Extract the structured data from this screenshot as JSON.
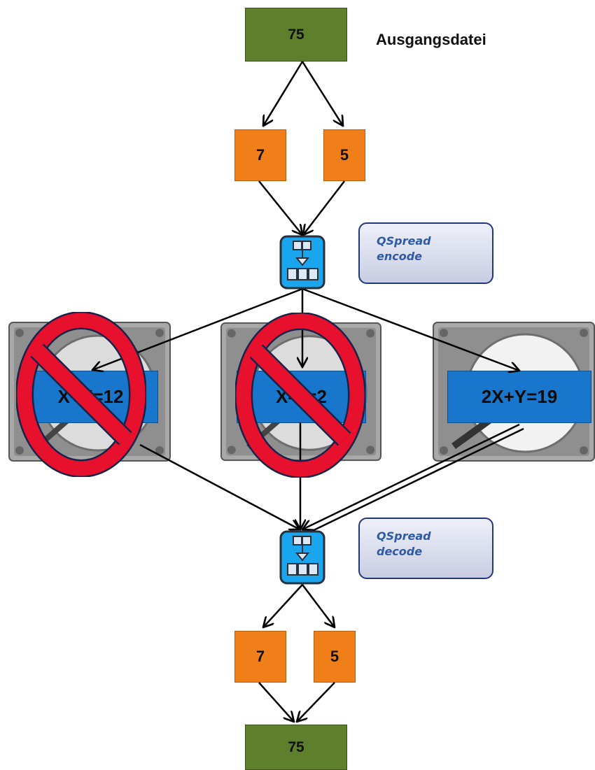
{
  "title": "Ausgangsdatei",
  "source_file": {
    "value": "75"
  },
  "split_chunks": [
    "7",
    "5"
  ],
  "encode": {
    "line1": "QSpread",
    "line2": "encode"
  },
  "stored_blocks": [
    {
      "equation": "X+Y=12",
      "failed": true
    },
    {
      "equation": "X-Y=2",
      "failed": true
    },
    {
      "equation": "2X+Y=19",
      "failed": false
    }
  ],
  "decode": {
    "line1": "QSpread",
    "line2": "decode"
  },
  "recovered_chunks": [
    "7",
    "5"
  ],
  "result_file": {
    "value": "75"
  },
  "colors": {
    "file": "#5e7f2b",
    "chunk": "#f07f1a",
    "equation": "#1876cc",
    "qspread_icon": "#1aa6ee",
    "forbidden": "#e8112d"
  }
}
